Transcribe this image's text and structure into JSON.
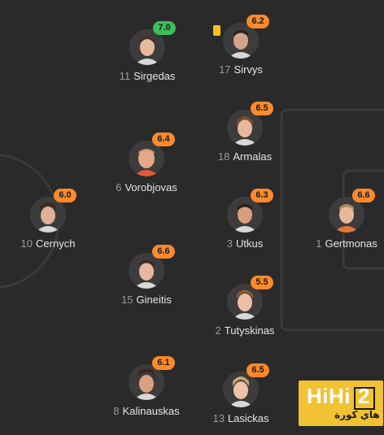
{
  "colors": {
    "background": "#2a2a2a",
    "rating_orange": "#ff8a2b",
    "rating_green": "#3bbf5a",
    "yellow_card": "#f5c518"
  },
  "players": [
    {
      "number": "11",
      "name": "Sirgedas",
      "rating": "7.0",
      "rating_color": "green",
      "yellow_card": false
    },
    {
      "number": "17",
      "name": "Sirvys",
      "rating": "6.2",
      "rating_color": "orange",
      "yellow_card": true
    },
    {
      "number": "18",
      "name": "Armalas",
      "rating": "6.5",
      "rating_color": "orange",
      "yellow_card": false
    },
    {
      "number": "6",
      "name": "Vorobjovas",
      "rating": "6.4",
      "rating_color": "orange",
      "yellow_card": false
    },
    {
      "number": "10",
      "name": "Cernych",
      "rating": "6.0",
      "rating_color": "orange",
      "yellow_card": false
    },
    {
      "number": "3",
      "name": "Utkus",
      "rating": "6.3",
      "rating_color": "orange",
      "yellow_card": false
    },
    {
      "number": "1",
      "name": "Gertmonas",
      "rating": "6.6",
      "rating_color": "orange",
      "yellow_card": false
    },
    {
      "number": "15",
      "name": "Gineitis",
      "rating": "6.6",
      "rating_color": "orange",
      "yellow_card": false
    },
    {
      "number": "2",
      "name": "Tutyskinas",
      "rating": "5.5",
      "rating_color": "orange",
      "yellow_card": false
    },
    {
      "number": "8",
      "name": "Kalinauskas",
      "rating": "6.1",
      "rating_color": "orange",
      "yellow_card": false
    },
    {
      "number": "13",
      "name": "Lasickas",
      "rating": "6.5",
      "rating_color": "orange",
      "yellow_card": false
    }
  ],
  "watermark": {
    "text_latin": "HiHi",
    "text_digit": "2",
    "text_arabic": "هاي كورة"
  }
}
